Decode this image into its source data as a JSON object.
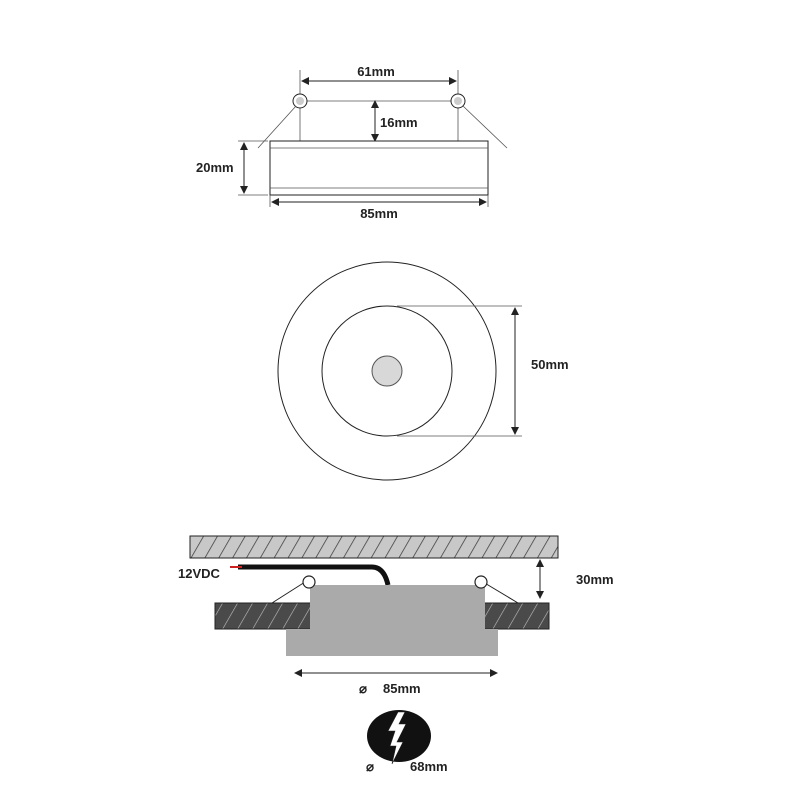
{
  "colors": {
    "line": "#222222",
    "housing": "#aaaaaa",
    "ceiling": "#444444",
    "hatch_light": "#b0b0b0",
    "cable_red": "#cc2222"
  },
  "side_view": {
    "width_top": "61mm",
    "spring_height": "16mm",
    "height": "20mm",
    "width_bottom": "85mm"
  },
  "front_view": {
    "inner_diameter": "50mm"
  },
  "install_view": {
    "voltage": "12VDC",
    "depth": "30mm",
    "diameter_symbol": "⌀",
    "diameter": "85mm"
  },
  "cutout": {
    "diameter_symbol": "⌀",
    "diameter": "68mm"
  }
}
